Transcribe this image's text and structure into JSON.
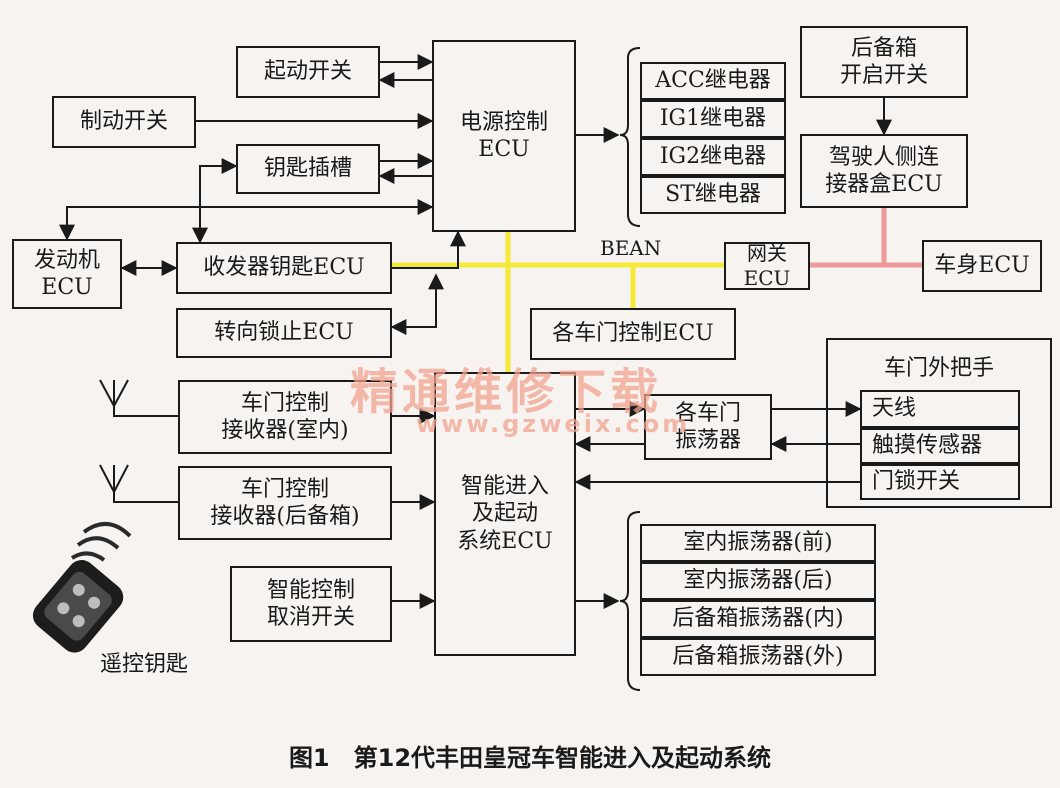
{
  "boxes": {
    "start_switch": "起动开关",
    "brake_switch": "制动开关",
    "key_slot": "钥匙插槽",
    "engine_ecu": "发动机\nECU",
    "transponder_ecu": "收发器钥匙ECU",
    "steering_lock_ecu": "转向锁止ECU",
    "power_ecu": "电源控制\nECU",
    "acc_relay": "ACC继电器",
    "ig1_relay": "IG1继电器",
    "ig2_relay": "IG2继电器",
    "st_relay": "ST继电器",
    "trunk_open_switch": "后备箱\n开启开关",
    "driver_junction_ecu": "驾驶人侧连\n接器盒ECU",
    "gateway_ecu": "网关ECU",
    "body_ecu": "车身ECU",
    "door_control_ecu": "各车门控制ECU",
    "receiver_cabin": "车门控制\n接收器(室内)",
    "receiver_trunk": "车门控制\n接收器(后备箱)",
    "cancel_switch": "智能控制\n取消开关",
    "smart_ecu": "智能进入\n及起动\n系统ECU",
    "door_oscillator": "各车门\n振荡器",
    "antenna": "天线",
    "touch_sensor": "触摸传感器",
    "door_lock_switch": "门锁开关",
    "osc_front": "室内振荡器(前)",
    "osc_rear": "室内振荡器(后)",
    "osc_trunk_in": "后备箱振荡器(内)",
    "osc_trunk_out": "后备箱振荡器(外)"
  },
  "door_handle_group": "车门外把手",
  "bus_label": "BEAN",
  "remote_key_label": "遥控钥匙",
  "watermark": {
    "cn": "精通维修下载",
    "url": "www.gzweix.com"
  },
  "caption": "图1　第12代丰田皇冠车智能进入及起动系统",
  "colors": {
    "bean_bus": "#f5e93a",
    "avc_bus": "#ef9a9a",
    "line": "#1a1a1a"
  }
}
